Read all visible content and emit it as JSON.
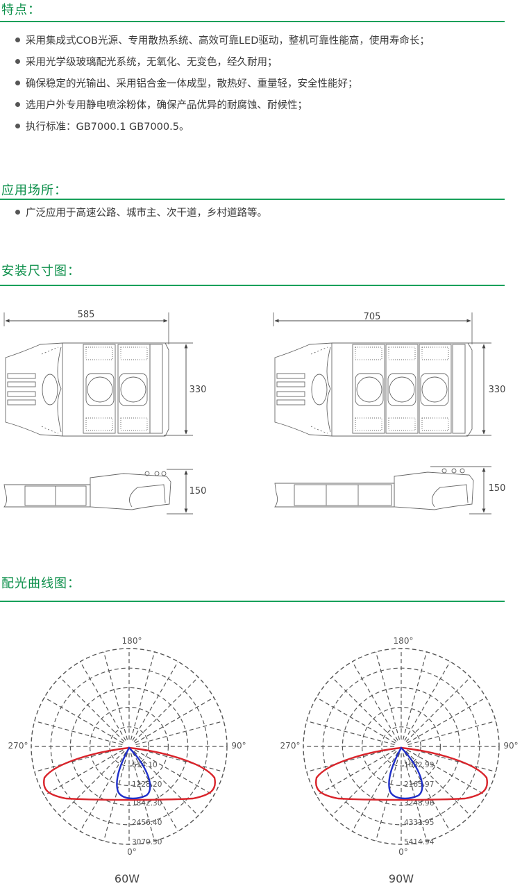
{
  "features": {
    "title": "特点：",
    "items": [
      "采用集成式COB光源、专用散热系统、高效可靠LED驱动，整机可靠性能高，使用寿命长；",
      "采用光学级玻璃配光系统，无氧化、无变色，经久耐用；",
      "确保稳定的光输出、采用铝合金一体成型，散热好、重量轻，安全性能好；",
      "选用户外专用静电喷涂粉体，确保产品优异的耐腐蚀、耐候性；",
      "执行标准：GB7000.1  GB7000.5。"
    ]
  },
  "applications": {
    "title": "应用场所：",
    "items": [
      "广泛应用于高速公路、城市主、次干道，乡村道路等。"
    ]
  },
  "dimensions": {
    "title": "安装尺寸图：",
    "left": {
      "width": "585",
      "height": "330",
      "side_height": "150"
    },
    "right": {
      "width": "705",
      "height": "330",
      "side_height": "150"
    }
  },
  "photometric": {
    "title": "配光曲线图：",
    "angle_labels": {
      "top": "180°",
      "left": "270°",
      "right": "90°",
      "bottom": "0°"
    },
    "diagrams": [
      {
        "caption": "60W",
        "scale_values": [
          "614.10",
          "1228.20",
          "1842.30",
          "2456.40",
          "3070.50"
        ]
      },
      {
        "caption": "90W",
        "scale_values": [
          "1082.99",
          "2165.97",
          "3248.96",
          "4331.95",
          "5414.94"
        ]
      }
    ],
    "colors": {
      "c0_curve": "#d9242b",
      "c90_curve": "#1f2fc9",
      "grid": "#555555"
    }
  }
}
